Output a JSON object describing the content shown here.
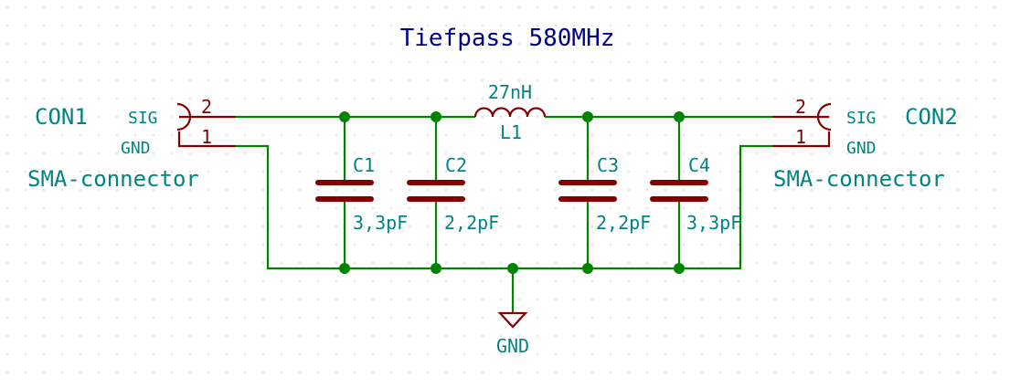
{
  "title": "Tiefpass 580MHz",
  "colors": {
    "wire": "#008400",
    "component": "#840000",
    "reference": "#008484",
    "title": "#000084",
    "grid": "#c8c8c8",
    "background": "#ffffff"
  },
  "connectors": {
    "con1": {
      "ref": "CON1",
      "value": "SMA-connector",
      "pin_sig": "SIG",
      "pin_gnd": "GND",
      "pin2_num": "2",
      "pin1_num": "1"
    },
    "con2": {
      "ref": "CON2",
      "value": "SMA-connector",
      "pin_sig": "SIG",
      "pin_gnd": "GND",
      "pin2_num": "2",
      "pin1_num": "1"
    }
  },
  "inductor": {
    "ref": "L1",
    "value": "27nH"
  },
  "capacitors": [
    {
      "ref": "C1",
      "value": "3,3pF"
    },
    {
      "ref": "C2",
      "value": "2,2pF"
    },
    {
      "ref": "C3",
      "value": "2,2pF"
    },
    {
      "ref": "C4",
      "value": "3,3pF"
    }
  ],
  "ground_label": "GND"
}
